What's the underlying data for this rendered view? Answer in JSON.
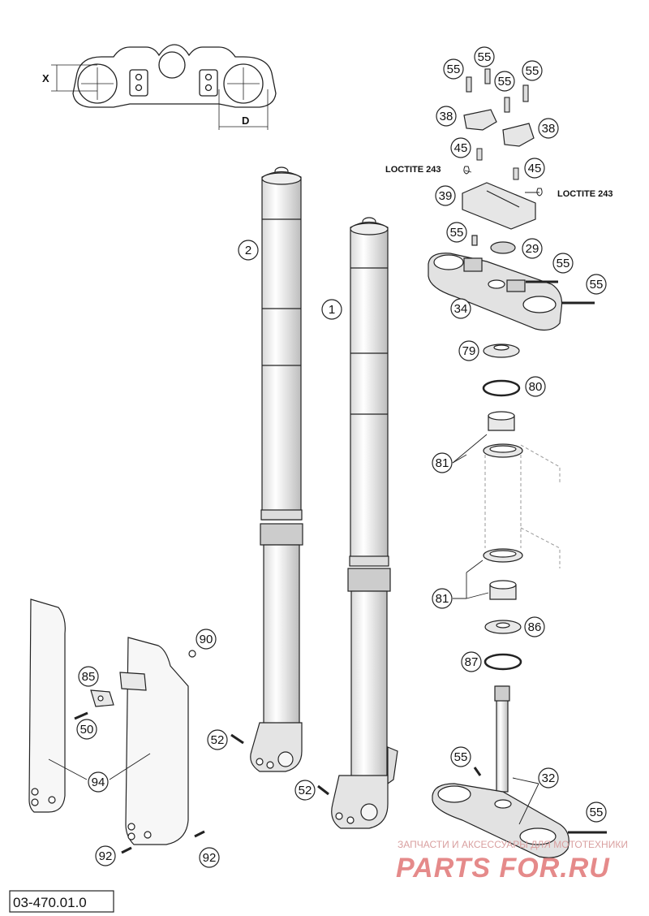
{
  "diagram": {
    "document_number": "03-470.01.0",
    "dimension_labels": {
      "x": "X",
      "d": "D"
    },
    "loctite_labels": [
      "LOCTITE 243",
      "LOCTITE 243"
    ],
    "watermark": {
      "tagline": "ЗАПЧАСТИ И АКСЕССУАРЫ ДЛЯ МОТОТЕХНИКИ",
      "brand": "PARTS FOR.RU"
    },
    "callouts": [
      "55",
      "55",
      "55",
      "55",
      "38",
      "38",
      "45",
      "45",
      "39",
      "55",
      "29",
      "55",
      "55",
      "34",
      "79",
      "80",
      "81",
      "81",
      "86",
      "87",
      "32",
      "55",
      "55",
      "2",
      "1",
      "90",
      "85",
      "50",
      "94",
      "52",
      "52",
      "92",
      "92"
    ]
  }
}
